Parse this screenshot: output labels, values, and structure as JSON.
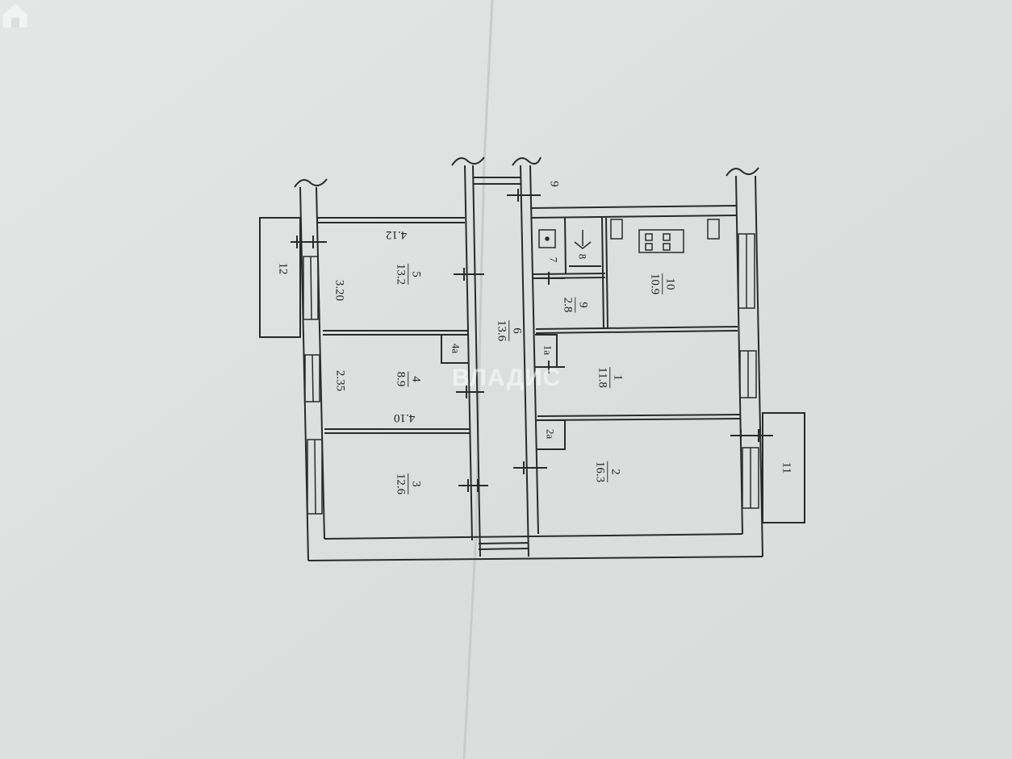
{
  "plan": {
    "rooms": [
      {
        "id": "room-1",
        "num": "1",
        "area": "11.8"
      },
      {
        "id": "room-2",
        "num": "2",
        "area": "16.3"
      },
      {
        "id": "room-3",
        "num": "3",
        "area": "12.6"
      },
      {
        "id": "room-4",
        "num": "4",
        "area": "8.9"
      },
      {
        "id": "room-5",
        "num": "5",
        "area": "13.2"
      },
      {
        "id": "room-6",
        "num": "6",
        "area": "13.6"
      },
      {
        "id": "room-9",
        "num": "9",
        "area": "2.8"
      },
      {
        "id": "room-10",
        "num": "10",
        "area": "10.9"
      }
    ],
    "labels": {
      "closet_1a": "1a",
      "closet_2a": "2a",
      "closet_4a": "4a",
      "wc_7": "7",
      "bath_8": "8",
      "balcony_11": "11",
      "balcony_12": "12",
      "stair_9": "9"
    },
    "dimensions": {
      "d_4_12": "4.12",
      "d_3_20": "3.20",
      "d_2_35": "2.35",
      "d_4_10": "4.10"
    },
    "watermark": "ВЛАДИС",
    "colors": {
      "paper": "#dfe2e1",
      "line": "#2a2a2a"
    }
  }
}
